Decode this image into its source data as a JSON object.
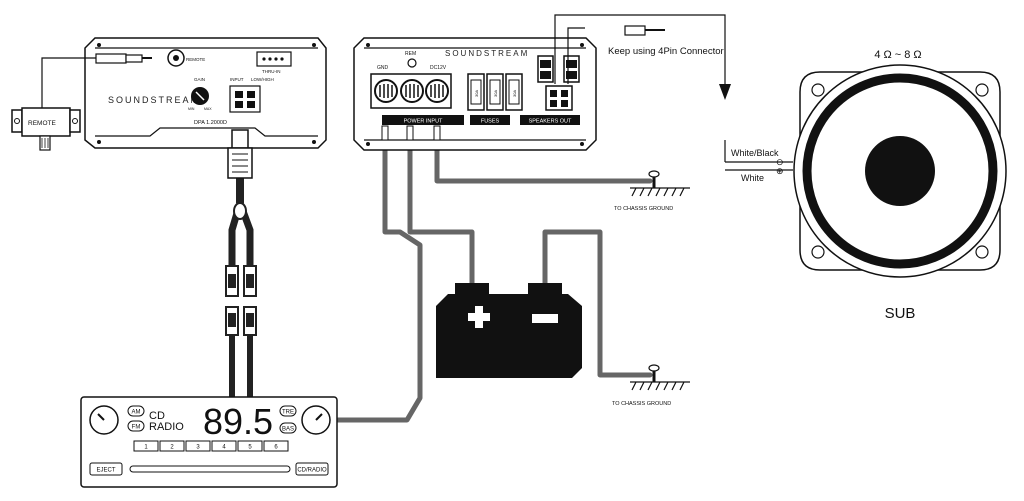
{
  "amplifier": {
    "brand": "SOUNDSTREAM",
    "model": "DPA 1.2000D",
    "remote_jack": "REMOTE",
    "thru_in": "THRU-IN",
    "gain": "GAIN",
    "input": "INPUT",
    "input_mode": "LOW/HIGH",
    "gain_min": "MIN",
    "gain_max": "MAX",
    "rem": "REM",
    "gnd": "GND",
    "dc": "DC12V",
    "power_input": "POWER INPUT",
    "fuses": "FUSES",
    "speakers_out": "SPEAKERS OUT",
    "fuse_value": "30A"
  },
  "remote": {
    "label": "REMOTE"
  },
  "connector_note": "Keep using 4Pin Connector",
  "speaker": {
    "impedance": "4 Ω ~ 8 Ω",
    "label": "SUB",
    "wire_negative": "White/Black",
    "wire_positive": "White",
    "minus": "⊖",
    "plus": "⊕"
  },
  "ground": {
    "label_top": "TO CHASSIS GROUND",
    "label_bottom": "TO CHASSIS GROUND"
  },
  "head_unit": {
    "am": "AM",
    "fm": "FM",
    "source_top": "CD",
    "source_bottom": "RADIO",
    "frequency": "89.5",
    "tre": "TRE",
    "bas": "BAS",
    "presets": [
      "1",
      "2",
      "3",
      "4",
      "5",
      "6"
    ],
    "eject": "EJECT",
    "cd_radio": "CD/RADIO"
  }
}
